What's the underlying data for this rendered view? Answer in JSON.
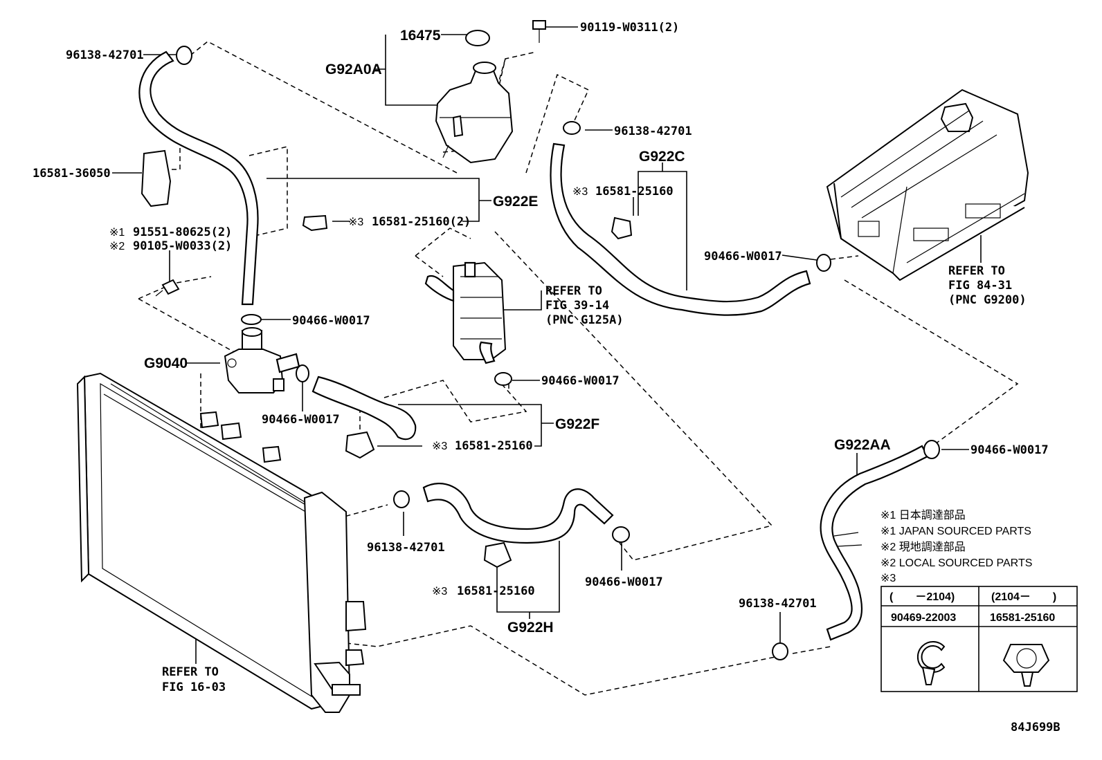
{
  "labels": {
    "l_96138_tl": "96138-42701",
    "l_16475": "16475",
    "l_90119": "90119-W0311(2)",
    "l_g92a0a": "G92A0A",
    "l_96138_tr": "96138-42701",
    "l_g922c": "G922C",
    "l_16581_36050": "16581-36050",
    "l_g922e": "G922E",
    "l_m3_16581_c": "16581-25160",
    "l_m3_16581_e": "16581-25160(2)",
    "l_91551": "91551-80625(2)",
    "l_90105": "90105-W0033(2)",
    "l_90466_c": "90466-W0017",
    "l_refer_84_1": "REFER TO",
    "l_refer_84_2": "FIG 84-31",
    "l_refer_84_3": "(PNC G9200)",
    "l_refer_39_1": "REFER TO",
    "l_refer_39_2": "FIG 39-14",
    "l_refer_39_3": "(PNC G125A)",
    "l_90466_pump": "90466-W0017",
    "l_g9040": "G9040",
    "l_90466_cooler": "90466-W0017",
    "l_90466_pump2": "90466-W0017",
    "l_g922f": "G922F",
    "l_m3_16581_f": "16581-25160",
    "l_g922aa": "G922AA",
    "l_90466_aa": "90466-W0017",
    "l_96138_h": "96138-42701",
    "l_90466_h": "90466-W0017",
    "l_m3_16581_h": "16581-25160",
    "l_g922h": "G922H",
    "l_96138_aa": "96138-42701",
    "l_refer_16_1": "REFER TO",
    "l_refer_16_2": "FIG 16-03",
    "l_figcode": "84J699B"
  },
  "marks": {
    "m1": "※1",
    "m2": "※2",
    "m3": "※3"
  },
  "notes": {
    "n1": "※1 日本調達部品",
    "n2": "※1 JAPAN SOURCED PARTS",
    "n3": "※2 現地調達部品",
    "n4": "※2 LOCAL SOURCED PARTS",
    "n5": "※3"
  },
  "table": {
    "h1": "(　　－2104)",
    "h2": "(2104－　　)",
    "p1": "90469-22003",
    "p2": "16581-25160"
  }
}
